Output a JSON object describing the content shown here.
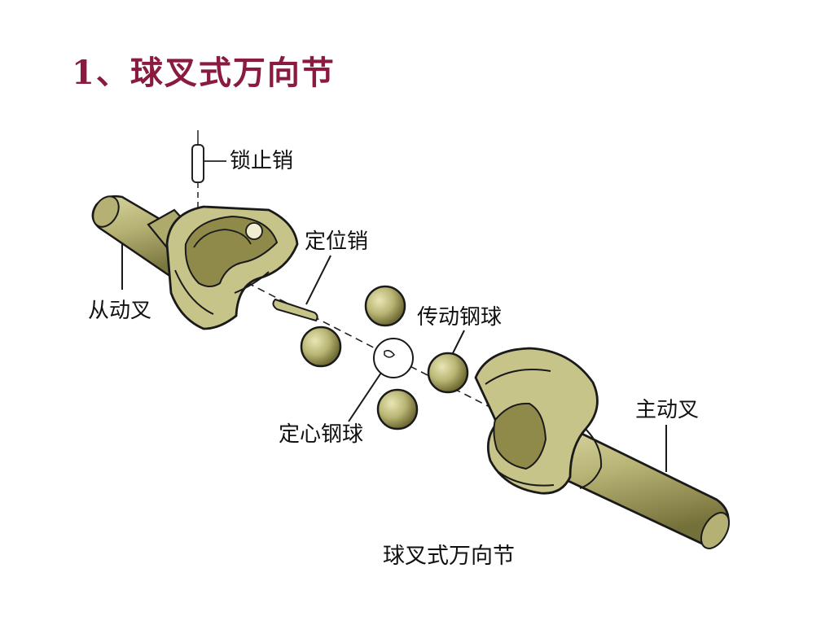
{
  "slide": {
    "title": "1、球叉式万向节"
  },
  "diagram": {
    "labels": {
      "lock_pin": "锁止销",
      "locating_pin": "定位销",
      "driven_fork": "从动叉",
      "drive_balls": "传动钢球",
      "center_ball": "定心钢球",
      "driving_fork": "主动叉"
    },
    "caption": "球叉式万向节",
    "colors": {
      "part_fill": "#c7c48a",
      "part_shade": "#8f8a4a",
      "part_dark": "#5e5a2c",
      "outline": "#1a1a1a",
      "title": "#8b1a3f"
    }
  }
}
